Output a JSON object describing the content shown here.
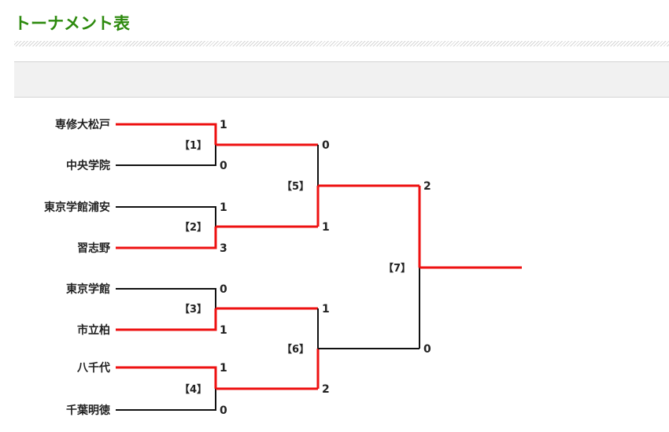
{
  "page": {
    "title": "トーナメント表"
  },
  "teams": [
    "専修大松戸",
    "中央学院",
    "東京学館浦安",
    "習志野",
    "東京学館",
    "市立柏",
    "八千代",
    "千葉明徳"
  ],
  "matches": [
    {
      "label": "【1】",
      "scores": [
        "1",
        "0"
      ]
    },
    {
      "label": "【2】",
      "scores": [
        "1",
        "3"
      ]
    },
    {
      "label": "【3】",
      "scores": [
        "0",
        "1"
      ]
    },
    {
      "label": "【4】",
      "scores": [
        "1",
        "0"
      ]
    },
    {
      "label": "【5】",
      "scores": [
        "0",
        "1"
      ]
    },
    {
      "label": "【6】",
      "scores": [
        "1",
        "2"
      ]
    },
    {
      "label": "【7】",
      "scores": [
        "2",
        "0"
      ]
    }
  ],
  "colors": {
    "winner_line": "#ee1111",
    "loser_line": "#111111",
    "title": "#2d8a0e"
  }
}
